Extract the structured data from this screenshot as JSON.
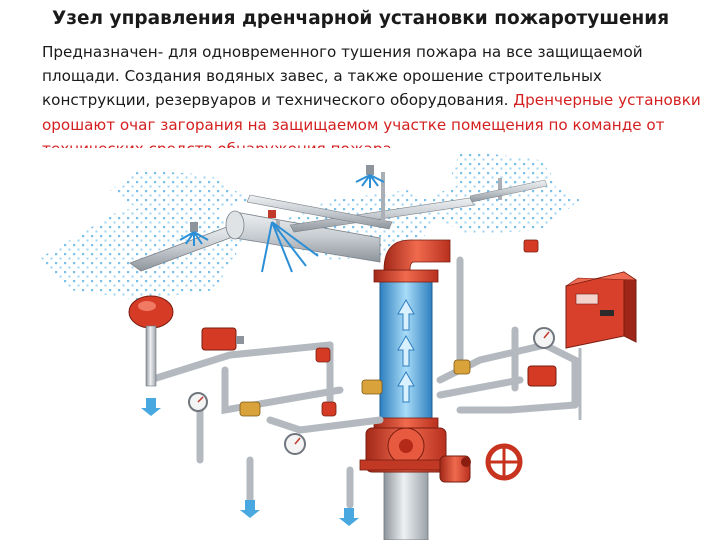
{
  "slide": {
    "title": "Узел управления дренчарной установки пожаротушения",
    "paragraph_black": "Предназначен- для одновременного тушения пожара на все защищаемой площади. Создания водяных завес, а также орошение строительных конструкции, резервуаров и технического оборудования.",
    "paragraph_red": "Дренчерные установки орошают очаг загорания на защищаемом участке помещения по команде от технических средств обнаружения пожара."
  },
  "colors": {
    "pipe_grey": "#c9ced3",
    "pipe_red": "#d8402c",
    "water_blue": "#4aa8e0",
    "text_red": "#d42020"
  }
}
